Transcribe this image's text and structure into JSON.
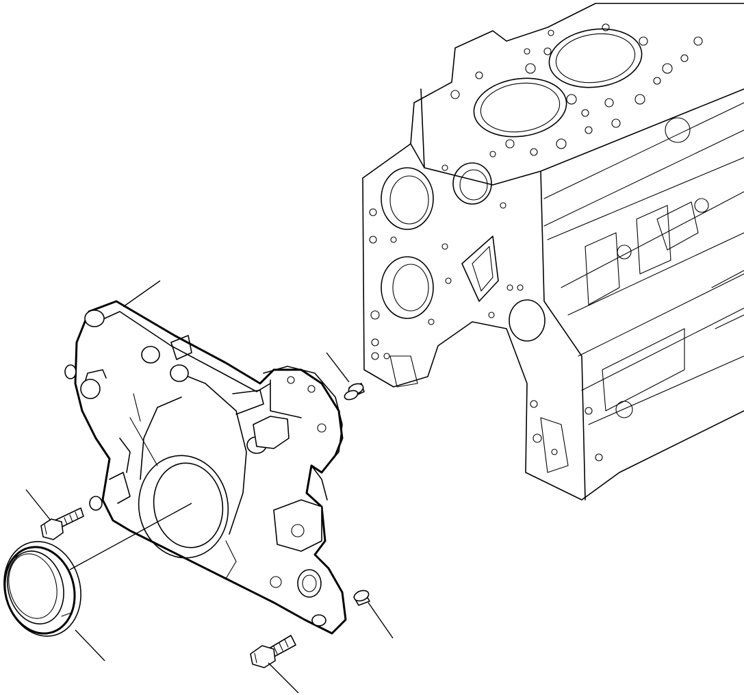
{
  "diagram": {
    "parts": [
      {
        "name": "cylinder-block",
        "callout": ""
      },
      {
        "name": "front-cover",
        "callout": ""
      },
      {
        "name": "front-oil-seal",
        "callout": ""
      },
      {
        "name": "flange-bolt",
        "callout": ""
      },
      {
        "name": "flange-bolt-lower",
        "callout": ""
      },
      {
        "name": "dowel-pin-upper",
        "callout": ""
      },
      {
        "name": "dowel-pin-lower",
        "callout": ""
      }
    ],
    "line_color": "#000000",
    "background": "#ffffff"
  }
}
